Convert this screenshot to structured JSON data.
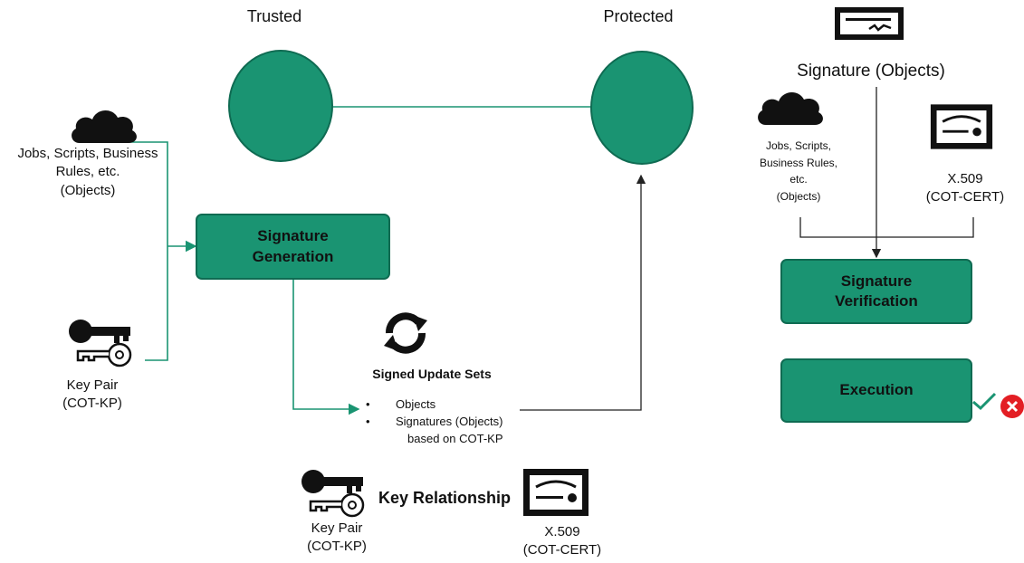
{
  "colors": {
    "accent": "#1a9472",
    "accent_dark": "#0f6b52",
    "error": "#e31e24"
  },
  "zones": {
    "trusted": "Trusted",
    "protected": "Protected"
  },
  "left": {
    "objects_label_line1": "Jobs, Scripts, Business",
    "objects_label_line2": "Rules, etc.",
    "objects_label_line3": "(Objects)",
    "keypair_label_line1": "Key Pair",
    "keypair_label_line2": "(COT-KP)",
    "generation_line1": "Signature",
    "generation_line2": "Generation"
  },
  "center": {
    "signed_update_sets": "Signed Update Sets",
    "items": [
      "Objects",
      "Signatures (Objects)",
      "based on COT-KP"
    ],
    "key_relationship": "Key Relationship",
    "keypair_label_line1": "Key Pair",
    "keypair_label_line2": "(COT-KP)",
    "cert_label_line1": "X.509",
    "cert_label_line2": "(COT-CERT)"
  },
  "right": {
    "signature_objects": "Signature (Objects)",
    "objects_label": [
      "Jobs, Scripts,",
      "Business Rules,",
      "etc.",
      "(Objects)"
    ],
    "cert_label_line1": "X.509",
    "cert_label_line2": "(COT-CERT)",
    "verification_line1": "Signature",
    "verification_line2": "Verification",
    "execution": "Execution"
  },
  "icons": [
    "cloud-icon",
    "key-pair-icon",
    "certificate-icon",
    "sync-icon",
    "check-icon",
    "error-icon",
    "signature-document-icon"
  ]
}
